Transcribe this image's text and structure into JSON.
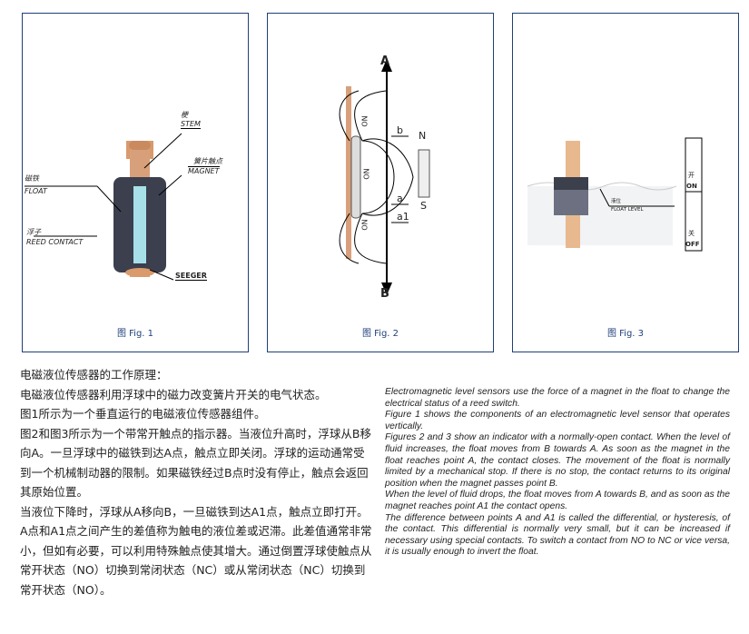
{
  "figures": [
    {
      "caption": "图 Fig. 1",
      "labels": {
        "stem_zh": "梗",
        "stem_en": "STEM",
        "magnet_zh": "簧片触点",
        "magnet_en": "MAGNET",
        "float_zh": "磁铁",
        "float_en": "FLOAT",
        "reed_zh": "浮子",
        "reed_en": "REED CONTACT",
        "seeger": "SEEGER"
      }
    },
    {
      "caption": "图 Fig. 2",
      "labels": {
        "a_top": "A",
        "b_bottom": "B",
        "n": "N",
        "s": "S",
        "no1": "NO",
        "no2": "NO",
        "no3": "NO",
        "b": "b",
        "a": "a",
        "a1": "a1"
      }
    },
    {
      "caption": "图 Fig. 3",
      "labels": {
        "level_zh": "液位",
        "level_en": "FLOAT LEVEL",
        "on_zh": "开",
        "on_en": "ON",
        "off_zh": "关",
        "off_en": "OFF"
      }
    }
  ],
  "chinese": [
    "电磁液位传感器的工作原理：",
    "电磁液位传感器利用浮球中的磁力改变簧片开关的电气状态。",
    "图1所示为一个垂直运行的电磁液位传感器组件。",
    "图2和图3所示为一个带常开触点的指示器。当液位升高时，浮球从B移向A。一旦浮球中的磁铁到达A点，触点立即关闭。浮球的运动通常受到一个机械制动器的限制。如果磁铁经过B点时没有停止，触点会返回其原始位置。",
    "当液位下降时，浮球从A移向B，一旦磁铁到达A1点，触点立即打开。",
    "A点和A1点之间产生的差值称为触电的液位差或迟滞。此差值通常非常小，但如有必要，可以利用特殊触点使其增大。通过倒置浮球使触点从常开状态（NO）切换到常闭状态（NC）或从常闭状态（NC）切换到常开状态（NO）。"
  ],
  "english": [
    "Electromagnetic level sensors use the force of a magnet in the float to change the electrical status of a reed switch.",
    "Figure 1 shows the components of an electromagnetic level sensor that operates vertically.",
    "Figures 2 and 3 show an indicator with a normally-open contact. When the level of fluid increases, the float moves from B towards A. As soon as the magnet in the float reaches point A, the contact closes. The movement of the float is normally limited by a mechanical stop. If there is no stop, the contact returns to its original position when the magnet passes point B.",
    "When the level of fluid drops, the float moves from A towards B, and as soon as the magnet reaches point A1 the contact opens.",
    "The difference between points A and A1 is called the differential, or hysteresis, of the contact. This differential is normally very small, but it can be increased if necessary using special contacts. To switch a contact from NO to NC or vice versa, it is usually enough to invert the float."
  ]
}
